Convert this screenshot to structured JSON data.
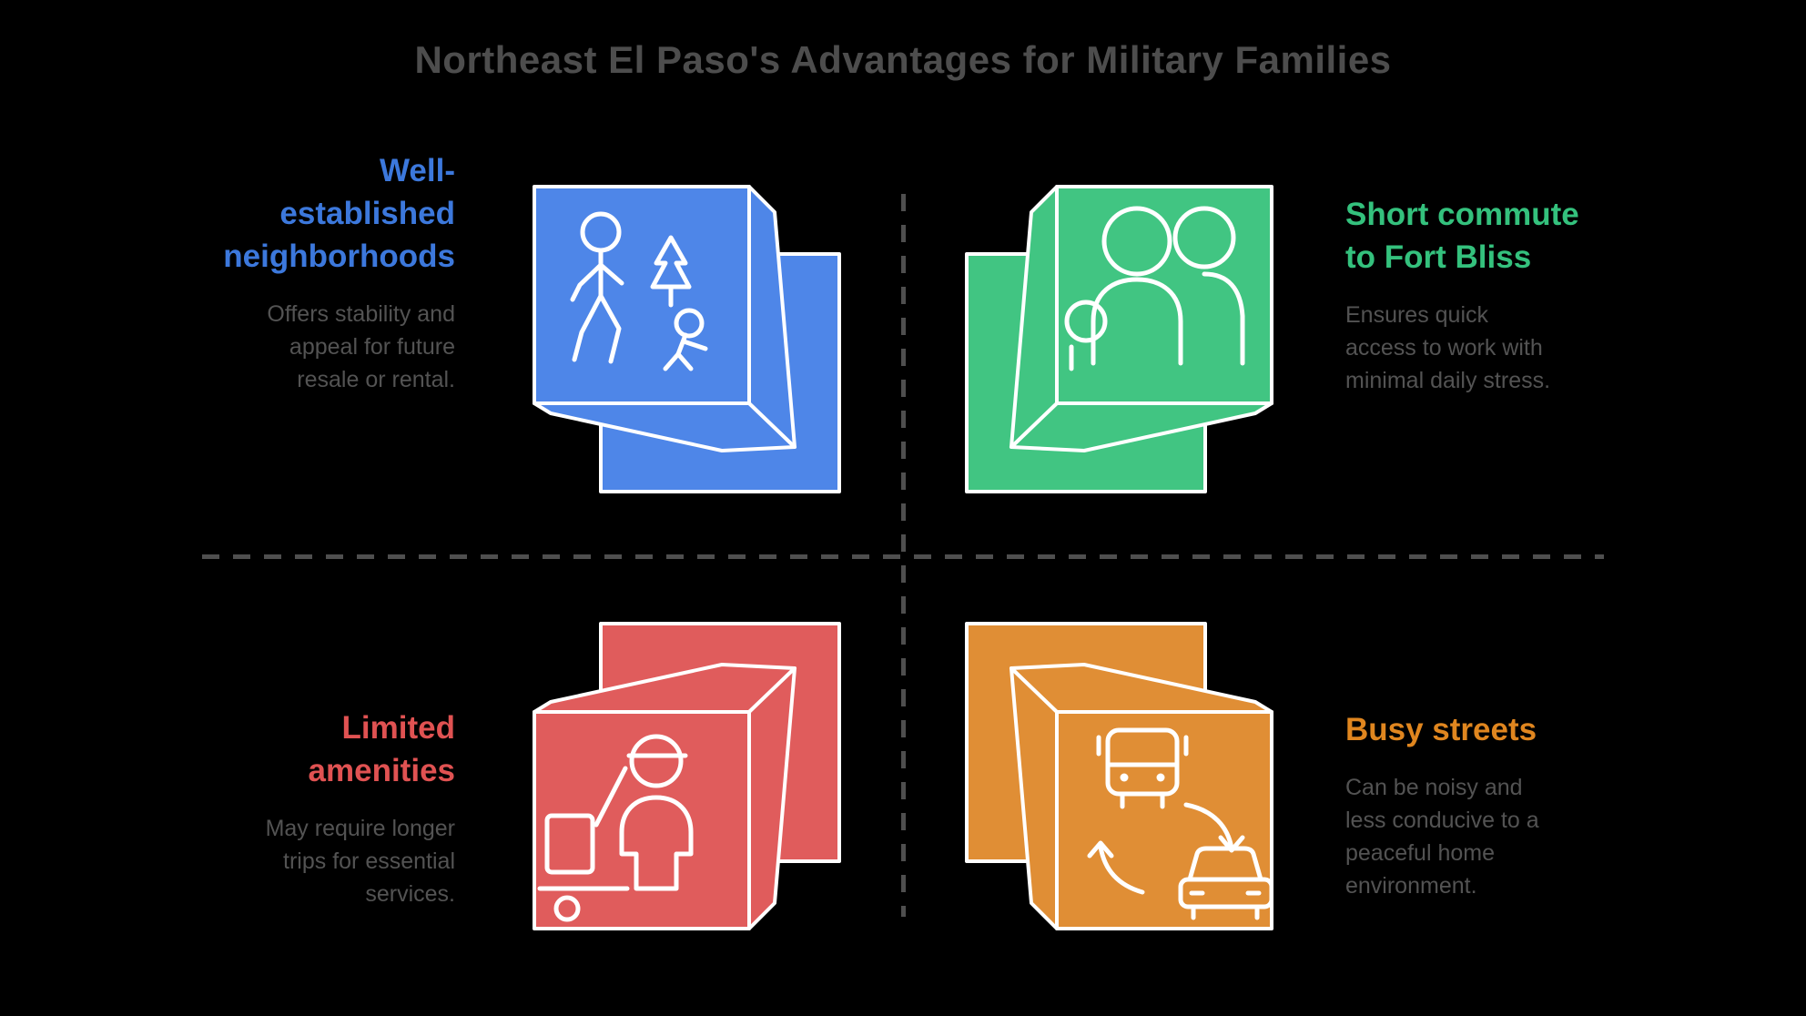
{
  "title": "Northeast El Paso's Advantages for Military Families",
  "text_colors": {
    "title": "#4d4d4d",
    "body": "#535353"
  },
  "dividers": {
    "style": "dashed",
    "color": "#4f4f4f"
  },
  "quadrants": {
    "top_left": {
      "heading": "Well-\nestablished\nneighborhoods",
      "body": "Offers stability and\nappeal for future\nresale or rental.",
      "accent": "#3c78dc",
      "square": "#4e86e8",
      "icon": "person-walking-with-child-and-tree"
    },
    "top_right": {
      "heading": "Short commute\nto Fort Bliss",
      "body": "Ensures quick\naccess to work with\nminimal daily stress.",
      "accent": "#34c17d",
      "square": "#41c582",
      "icon": "family-parents-with-child"
    },
    "bottom_left": {
      "heading": "Limited\namenities",
      "body": "May require longer\ntrips for essential\nservices.",
      "accent": "#e05252",
      "square": "#e05c5c",
      "icon": "shopper-with-cart"
    },
    "bottom_right": {
      "heading": "Busy streets",
      "body": "Can be noisy and\nless conducive to a\npeaceful home\nenvironment.",
      "accent": "#e0861f",
      "square": "#e08e35",
      "icon": "bus-car-swap"
    }
  }
}
